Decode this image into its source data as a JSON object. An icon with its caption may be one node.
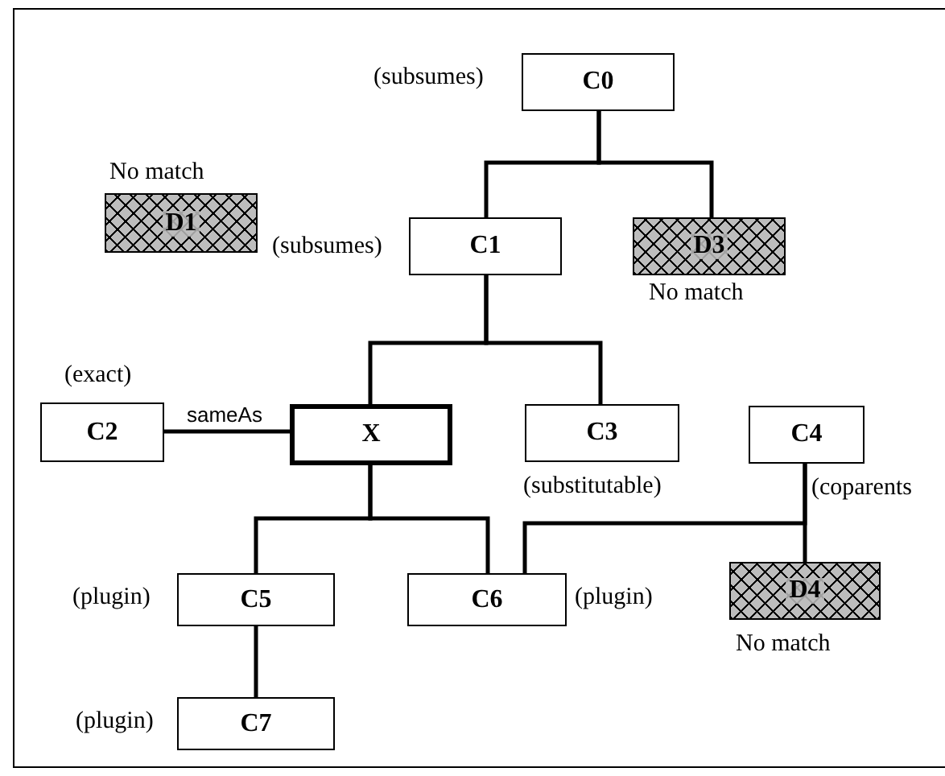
{
  "diagram": {
    "nodes": [
      {
        "text": [
          "C0"
        ],
        "beside": [
          "(subsumes)"
        ]
      },
      {
        "text": [
          "D1"
        ],
        "beside": [
          "No match"
        ]
      },
      {
        "text": [
          "C1"
        ],
        "beside": [
          "(subsumes)"
        ]
      },
      {
        "text": [
          "D3"
        ],
        "beside": [
          "No match"
        ]
      },
      {
        "text": [
          "C2"
        ],
        "beside": [
          "(exact)"
        ]
      },
      {
        "text": [
          "X"
        ]
      },
      {
        "text": [
          "C3"
        ],
        "beside": [
          "(substitutable)"
        ]
      },
      {
        "text": [
          "C4"
        ],
        "beside": [
          "(coparents"
        ]
      },
      {
        "text": [
          "C5"
        ],
        "beside": [
          "(plugin)"
        ]
      },
      {
        "text": [
          "C6"
        ],
        "beside": [
          "(plugin)"
        ]
      },
      {
        "text": [
          "D4"
        ],
        "beside": [
          "No match"
        ]
      },
      {
        "text": [
          "C7"
        ],
        "beside": [
          "(plugin)"
        ]
      }
    ],
    "edges": [
      {
        "from": 0,
        "to": 2,
        "arrow": "none"
      },
      {
        "from": 0,
        "to": 3,
        "arrow": "none"
      },
      {
        "from": 2,
        "to": 5,
        "arrow": "none"
      },
      {
        "from": 2,
        "to": 6,
        "arrow": "none"
      },
      {
        "from": 4,
        "to": 5,
        "arrow": "none",
        "label": "sameAs"
      },
      {
        "from": 5,
        "to": 8,
        "arrow": "none"
      },
      {
        "from": 5,
        "to": 9,
        "arrow": "none"
      },
      {
        "from": 7,
        "to": 9,
        "arrow": "none"
      },
      {
        "from": 7,
        "to": 10,
        "arrow": "none"
      },
      {
        "from": 8,
        "to": 11,
        "arrow": "none"
      }
    ]
  }
}
